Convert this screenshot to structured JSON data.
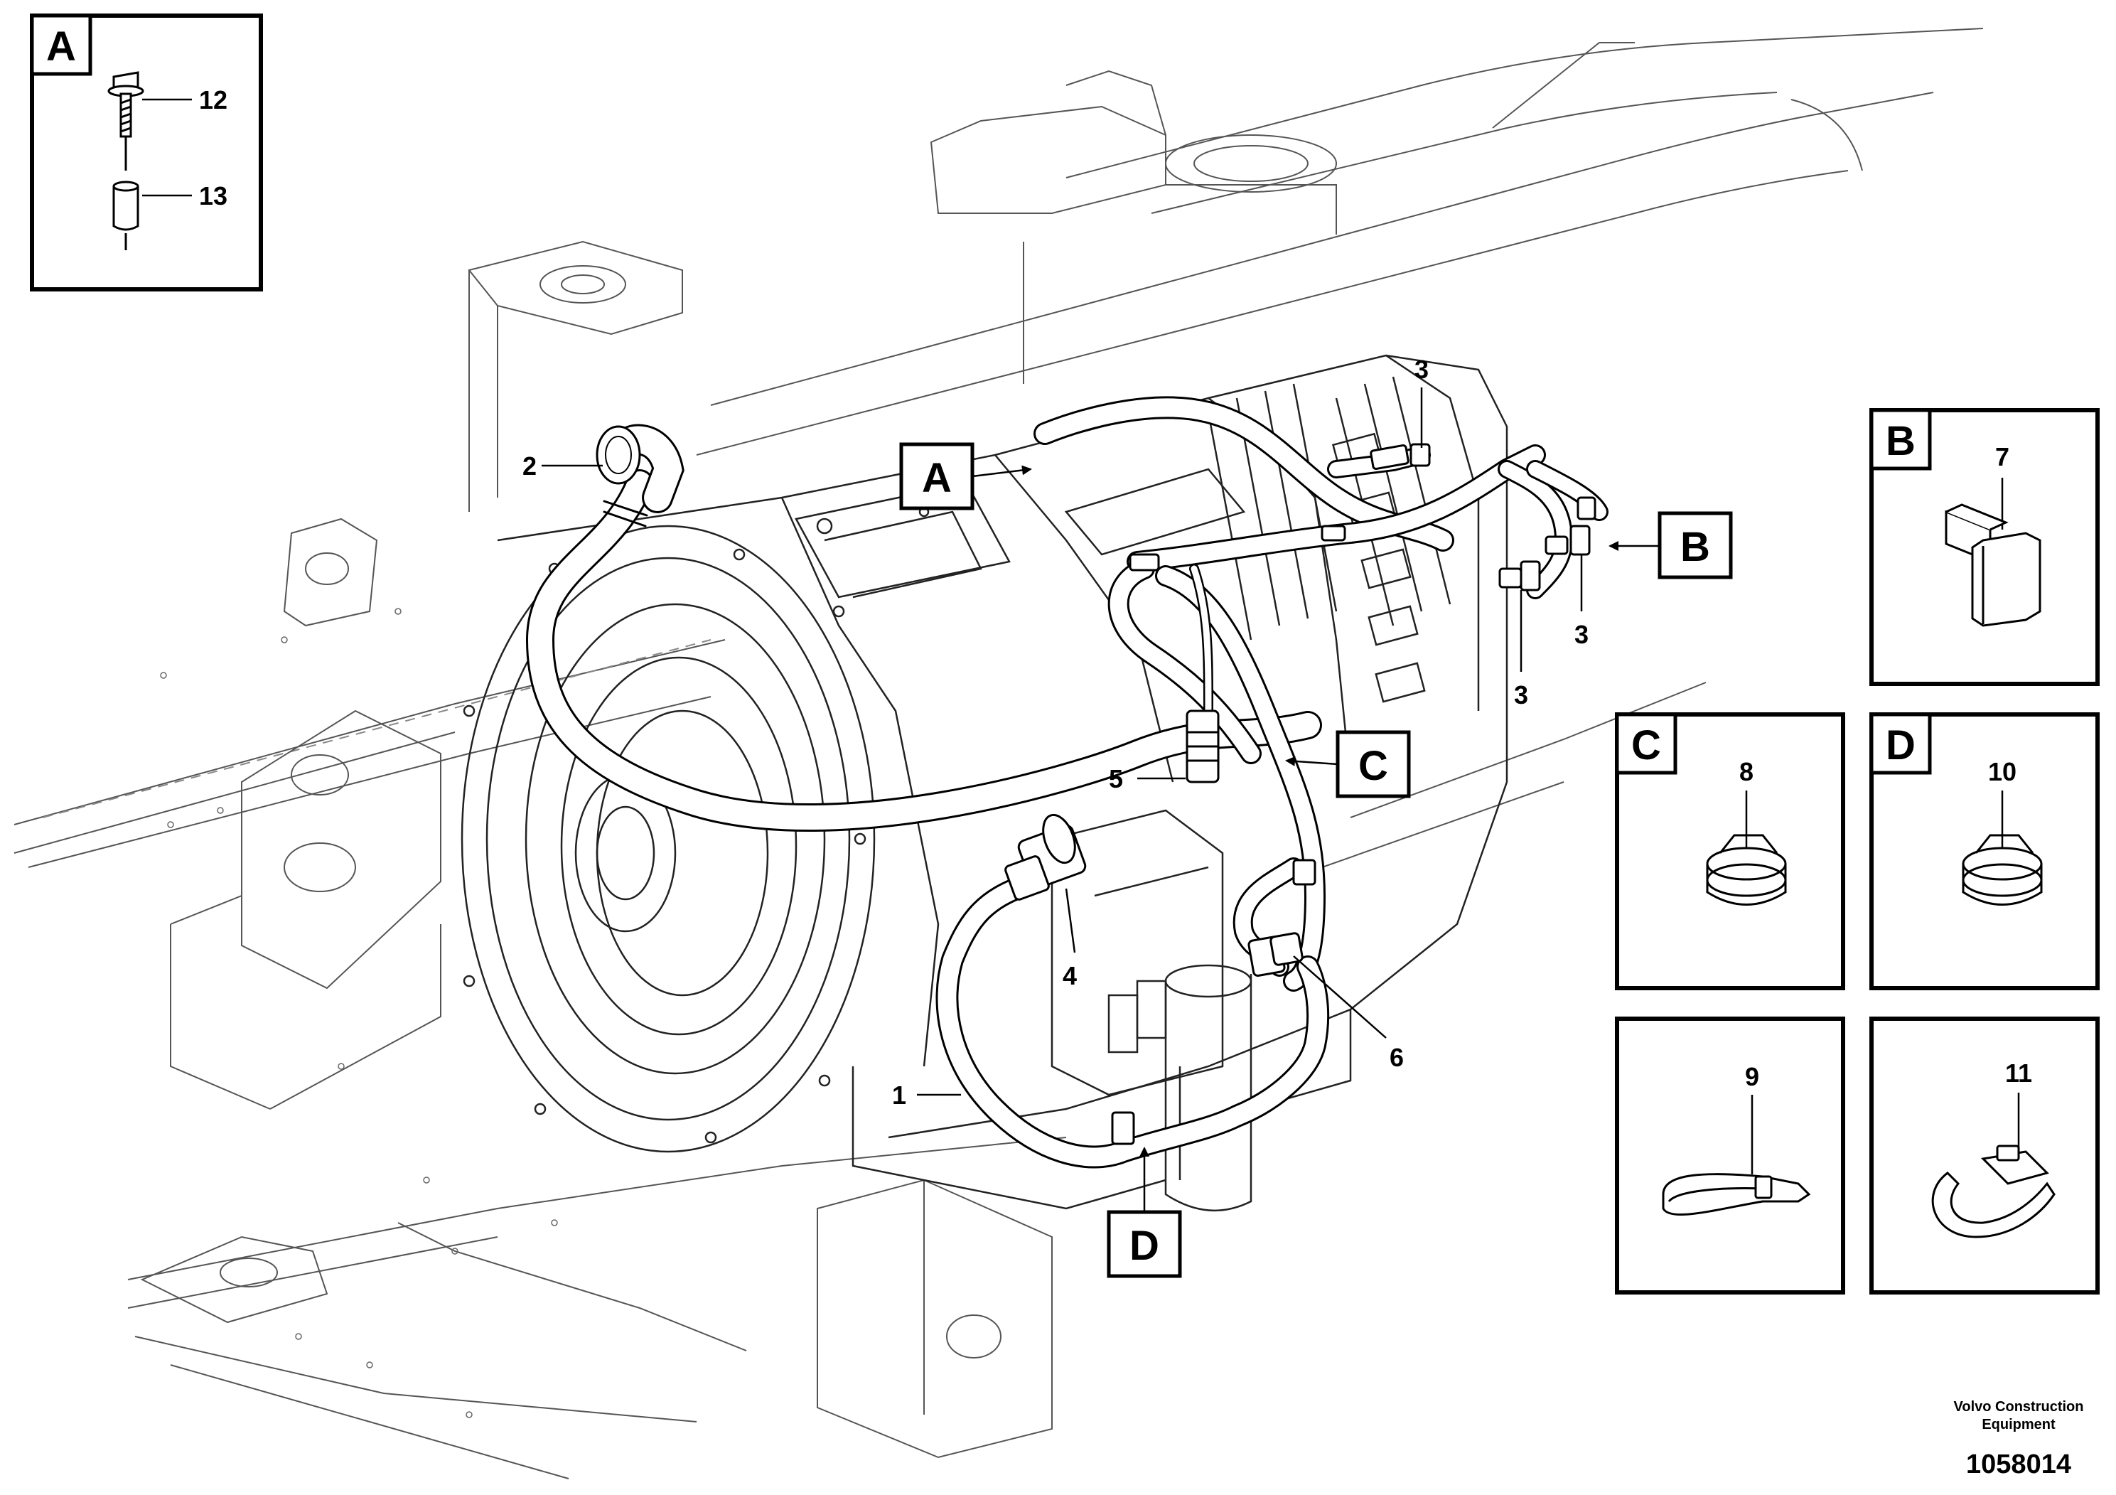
{
  "diagram": {
    "callouts": {
      "n1": "1",
      "n2": "2",
      "n3a": "3",
      "n3b": "3",
      "n3c": "3",
      "n4": "4",
      "n5": "5",
      "n6": "6"
    },
    "view_markers": {
      "a": "A",
      "b": "B",
      "c": "C",
      "d": "D"
    }
  },
  "insets": {
    "a": {
      "letter": "A",
      "items": [
        "12",
        "13"
      ]
    },
    "b": {
      "letter": "B",
      "item": "7"
    },
    "c": {
      "letter": "C",
      "item": "8"
    },
    "d": {
      "letter": "D",
      "item": "10"
    },
    "e": {
      "item": "9"
    },
    "f": {
      "item": "11"
    }
  },
  "footer": {
    "company_line1": "Volvo Construction",
    "company_line2": "Equipment",
    "figure_number": "1058014"
  }
}
